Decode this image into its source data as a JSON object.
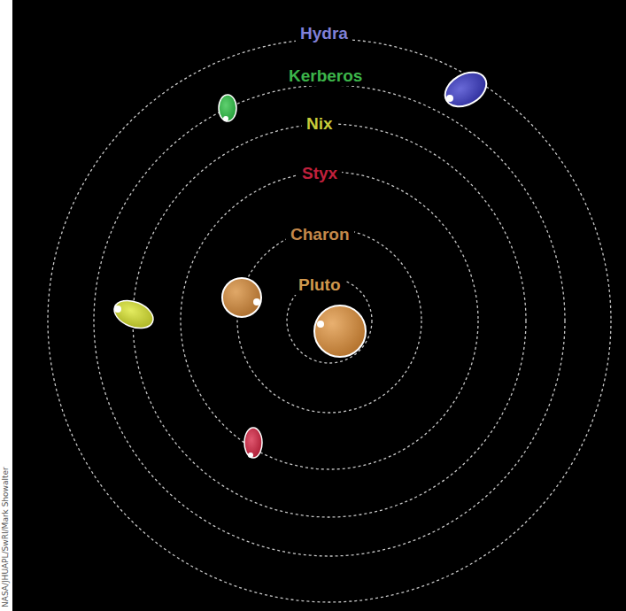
{
  "diagram": {
    "labels": [
      "Hydra",
      "Kerberos",
      "Nix",
      "Styx",
      "Charon",
      "Pluto",
      "NASA/JHUAPL/SwRI/Mark Showalter"
    ]
  }
}
